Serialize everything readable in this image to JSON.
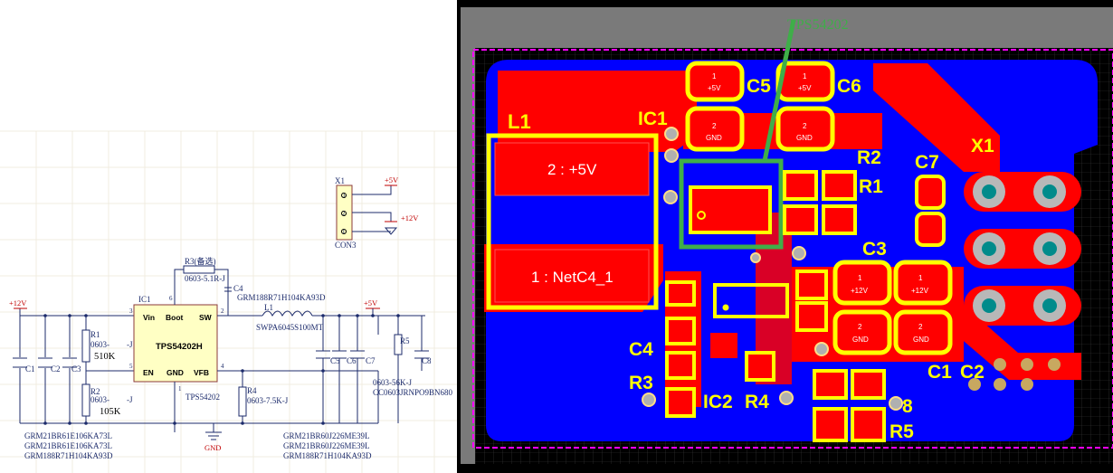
{
  "schematic": {
    "ic": {
      "ref": "IC1",
      "part": "TPS54202H",
      "value": "TPS54202",
      "pins": {
        "vin": "Vin",
        "boot": "Boot",
        "sw": "SW",
        "en": "EN",
        "gnd": "GND",
        "vfb": "VFB"
      },
      "pin_numbers": {
        "vin": "3",
        "boot": "6",
        "sw": "2",
        "en": "5",
        "gnd": "1",
        "vfb": "4"
      }
    },
    "connector": {
      "ref": "X1",
      "part": "CON3",
      "pins": [
        "3",
        "2",
        "1"
      ],
      "rail_5v": "+5V",
      "rail_12v": "+12V"
    },
    "rails": {
      "in": "+12V",
      "out": "+5V",
      "ground": "GND"
    },
    "resistors": {
      "r1": {
        "ref": "R1",
        "value_a": "0603-",
        "value_b": "-J",
        "value_c": "510K"
      },
      "r2": {
        "ref": "R2",
        "value_a": "0603-",
        "value_b": "-J",
        "value_c": "105K"
      },
      "r3": {
        "ref": "R3(备选)",
        "value": "0603-5.1R-J"
      },
      "r4": {
        "ref": "R4",
        "value": "0603-7.5K-J"
      },
      "r5": {
        "ref": "R5",
        "value": "0603-56K-J"
      }
    },
    "cap_c4": {
      "ref": "C4",
      "value": "GRM188R71H104KA93D"
    },
    "inductor": {
      "ref": "L1",
      "value": "SWPA6045S100MT"
    },
    "caps_in": [
      "C1",
      "C2",
      "C3"
    ],
    "caps_out": [
      "C5",
      "C6",
      "C7",
      "C8"
    ],
    "c8_value": "CC0603JRNPO9BN680",
    "input_parts": [
      "GRM21BR61E106KA73L",
      "GRM21BR61E106KA73L",
      "GRM188R71H104KA93D"
    ],
    "output_parts": [
      "GRM21BR60J226ME39L",
      "GRM21BR60J226ME39L",
      "GRM188R71H104KA93D"
    ]
  },
  "pcb": {
    "callout": "TPS54202",
    "callout_color": "#3fae49",
    "board_outline_color": "#ff00ff",
    "copper_top": "#ff0000",
    "copper_bottom": "#0000ff",
    "silkscreen": "#ffff00",
    "labels": {
      "l1": "L1",
      "ic1": "IC1",
      "c5": "C5",
      "c6": "C6",
      "r2": "R2",
      "r1": "R1",
      "c7": "C7",
      "x1": "X1",
      "c3": "C3",
      "c4": "C4",
      "r3": "R3",
      "ic2": "IC2",
      "r4": "R4",
      "c1": "C1",
      "c2": "C2",
      "r5": "R5",
      "eight": "8"
    },
    "l1_pad_top": "2 : +5V",
    "l1_pad_bottom": "1 : NetC4_1",
    "pad_nets": {
      "plus5v": "+5V",
      "gnd": "GND",
      "plus12v": "+12V",
      "pin1": "1",
      "pin2": "2"
    }
  }
}
